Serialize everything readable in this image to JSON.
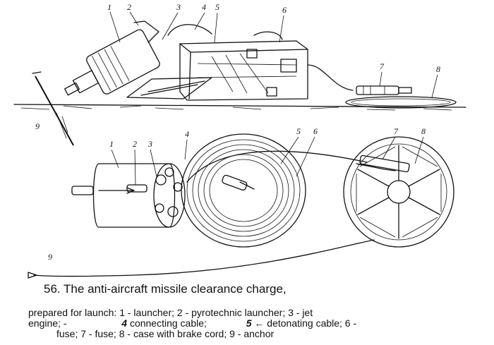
{
  "labels": {
    "top": [
      "1",
      "2",
      "3",
      "4",
      "5",
      "6",
      "7",
      "8",
      "9"
    ],
    "bottom": [
      "1",
      "2",
      "3",
      "4",
      "5",
      "6",
      "7",
      "8",
      "9"
    ]
  },
  "caption": {
    "title": "56. The anti-aircraft missile clearance charge,",
    "line1": "prepared for launch: 1 - launcher; 2 - pyrotechnic launcher; 3 - jet",
    "line2a": "engine; -",
    "line2_num4": "4",
    "line2b": "connecting cable;",
    "line2_num5": "5",
    "line2c": "← detonating cable; 6 -",
    "line3": "fuse; 7 - fuse; 8 - case with brake cord; 9 - anchor"
  }
}
